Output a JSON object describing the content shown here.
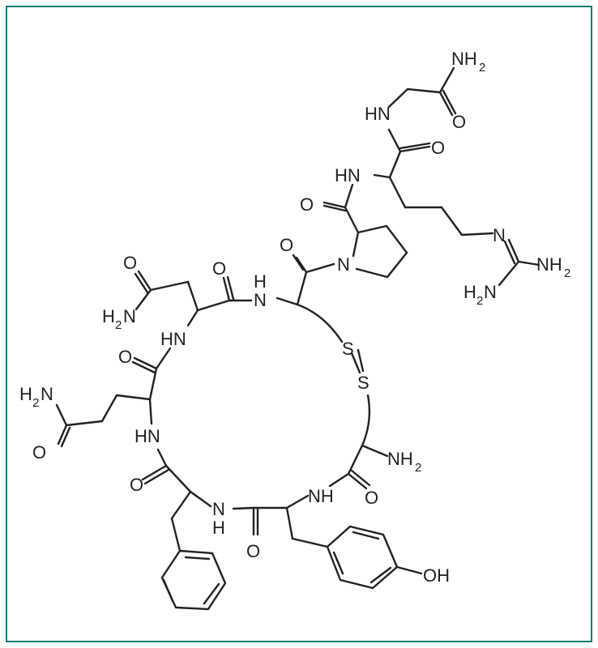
{
  "frame_color": "#1a7a74",
  "line_color": "#222222",
  "labels": {
    "nh2_gly": "NH",
    "nh2_gly_sub": "2",
    "hn_gly": "HN",
    "o_gly": "O",
    "o_arg": "O",
    "hn_arg": "HN",
    "o_pro": "O",
    "n_guan": "N",
    "nh2_guan_r": "NH",
    "nh2_guan_r_sub": "2",
    "nh2_guan_l": "H",
    "nh2_guan_l_sub": "2",
    "nh2_guan_l_n": "N",
    "o_cys1": "O",
    "n_pro": "N",
    "o_asn_side": "O",
    "o_asn_bb": "O",
    "nh_top_n": "N",
    "nh_top_h": "H",
    "nh2_asn": "H",
    "nh2_asn_sub": "2",
    "nh2_asn_n": "N",
    "hn_asn": "HN",
    "s_top": "S",
    "s_bottom": "S",
    "o_gln_bb": "O",
    "nh2_gln": "H",
    "nh2_gln_sub": "2",
    "nh2_gln_n": "N",
    "hn_gln": "HN",
    "o_gln_side": "O",
    "nh2_cys6": "NH",
    "nh2_cys6_sub": "2",
    "o_ile": "O",
    "nh_tyr": "NH",
    "o_tyr": "O",
    "nh_phe_n": "N",
    "nh_phe_h": "H",
    "o_phe": "O",
    "oh": "OH"
  }
}
